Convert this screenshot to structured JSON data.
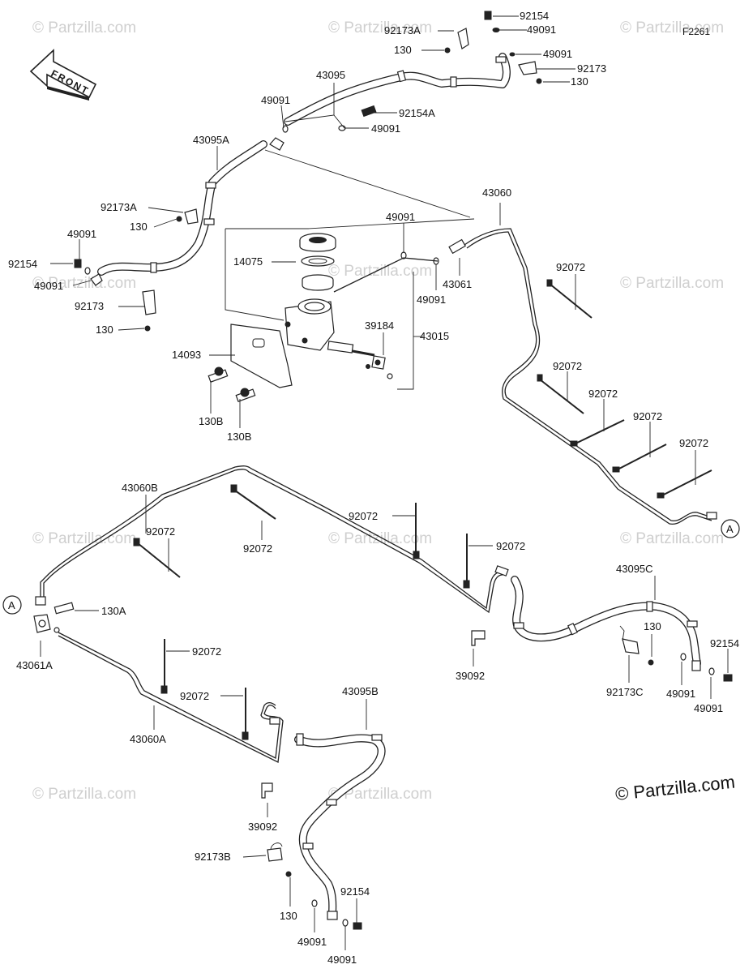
{
  "figure_code": "F2261",
  "front_label": "FRONT",
  "copyright": "© Partzilla.com",
  "watermark": "© Partzilla.com",
  "connector_a": "A",
  "labels": {
    "top": [
      "92154",
      "92173A",
      "49091",
      "130",
      "49091",
      "92173",
      "130"
    ],
    "upper_hose": [
      "43095",
      "49091",
      "92154A",
      "49091",
      "43095A"
    ],
    "left_clamp": [
      "92173A",
      "130",
      "49091",
      "92154",
      "49091",
      "92173",
      "130"
    ],
    "master_cylinder": [
      "49091",
      "43060",
      "14075",
      "43061",
      "49091",
      "43015",
      "39184",
      "14093",
      "130B",
      "130B"
    ],
    "upper_ties": [
      "92072",
      "92072",
      "92072",
      "92072",
      "92072"
    ],
    "lower_left": [
      "43060B",
      "92072",
      "92072",
      "92072",
      "92072",
      "130A",
      "43061A",
      "92072",
      "92072",
      "43060A"
    ],
    "lower_right": [
      "43095C",
      "130",
      "92154",
      "39092",
      "92173C",
      "49091",
      "49091"
    ],
    "lower_center": [
      "43095B",
      "39092",
      "92173B",
      "130",
      "92154",
      "49091",
      "49091"
    ]
  }
}
